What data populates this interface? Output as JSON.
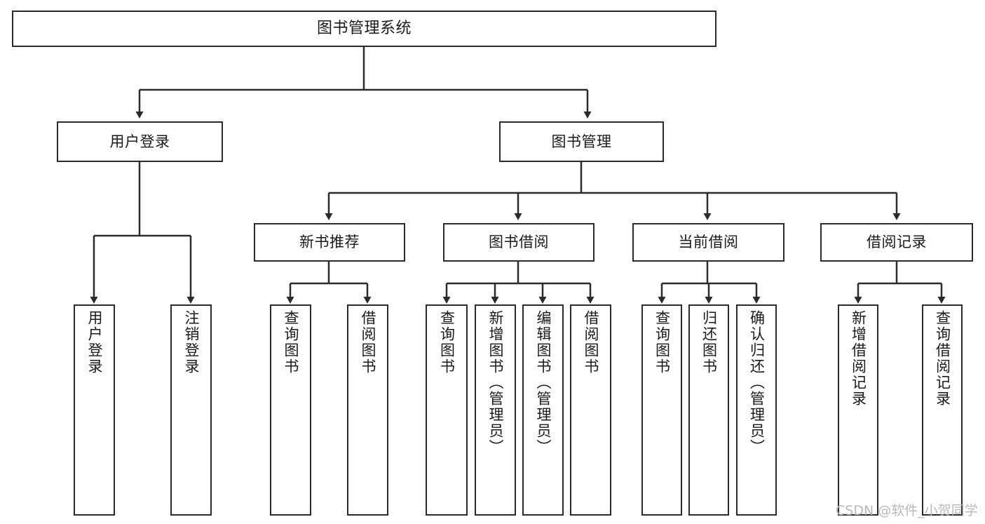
{
  "diagram": {
    "type": "tree",
    "title": "图书管理系统",
    "colors": {
      "stroke": "#2b2b2b",
      "fill": "#ffffff",
      "text": "#1a1a1a",
      "watermark": "#b9b9b9"
    },
    "levels": {
      "root": [
        "图书管理系统"
      ],
      "level2": [
        "用户登录",
        "图书管理"
      ],
      "level3": [
        "新书推荐",
        "图书借阅",
        "当前借阅",
        "借阅记录"
      ],
      "level4": [
        "用户登录",
        "注销登录",
        "查询图书",
        "借阅图书",
        "查询图书",
        "新增图书（管理员）",
        "编辑图书（管理员）",
        "借阅图书",
        "查询图书",
        "归还图书",
        "确认归还（管理员）",
        "新增借阅记录",
        "查询借阅记录"
      ]
    },
    "nodes": {
      "root": {
        "label": "图书管理系统"
      },
      "user_login": {
        "label": "用户登录"
      },
      "book_manage": {
        "label": "图书管理"
      },
      "new_book_rec": {
        "label": "新书推荐"
      },
      "book_borrow": {
        "label": "图书借阅"
      },
      "current_borrow": {
        "label": "当前借阅"
      },
      "borrow_record": {
        "label": "借阅记录"
      },
      "leaf_user_login": {
        "label": "用户登录"
      },
      "leaf_logout": {
        "label": "注销登录"
      },
      "leaf_query_book_1": {
        "label": "查询图书"
      },
      "leaf_borrow_book_1": {
        "label": "借阅图书"
      },
      "leaf_query_book_2": {
        "label": "查询图书"
      },
      "leaf_add_book_admin": {
        "label": "新增图书（管理员）"
      },
      "leaf_edit_book_admin": {
        "label": "编辑图书（管理员）"
      },
      "leaf_borrow_book_2": {
        "label": "借阅图书"
      },
      "leaf_query_book_3": {
        "label": "查询图书"
      },
      "leaf_return_book": {
        "label": "归还图书"
      },
      "leaf_confirm_return_admin": {
        "label": "确认归还（管理员）"
      },
      "leaf_add_borrow_record": {
        "label": "新增借阅记录"
      },
      "leaf_query_borrow_record": {
        "label": "查询借阅记录"
      }
    },
    "edges": [
      {
        "from": "root",
        "to": "user_login"
      },
      {
        "from": "root",
        "to": "book_manage"
      },
      {
        "from": "user_login",
        "to": "leaf_user_login"
      },
      {
        "from": "user_login",
        "to": "leaf_logout"
      },
      {
        "from": "book_manage",
        "to": "new_book_rec"
      },
      {
        "from": "book_manage",
        "to": "book_borrow"
      },
      {
        "from": "book_manage",
        "to": "current_borrow"
      },
      {
        "from": "book_manage",
        "to": "borrow_record"
      },
      {
        "from": "new_book_rec",
        "to": "leaf_query_book_1"
      },
      {
        "from": "new_book_rec",
        "to": "leaf_borrow_book_1"
      },
      {
        "from": "book_borrow",
        "to": "leaf_query_book_2"
      },
      {
        "from": "book_borrow",
        "to": "leaf_add_book_admin"
      },
      {
        "from": "book_borrow",
        "to": "leaf_edit_book_admin"
      },
      {
        "from": "book_borrow",
        "to": "leaf_borrow_book_2"
      },
      {
        "from": "current_borrow",
        "to": "leaf_query_book_3"
      },
      {
        "from": "current_borrow",
        "to": "leaf_return_book"
      },
      {
        "from": "current_borrow",
        "to": "leaf_confirm_return_admin"
      },
      {
        "from": "borrow_record",
        "to": "leaf_add_borrow_record"
      },
      {
        "from": "borrow_record",
        "to": "leaf_query_borrow_record"
      }
    ]
  },
  "watermark": {
    "text": "CSDN @软件_小贺同学"
  }
}
